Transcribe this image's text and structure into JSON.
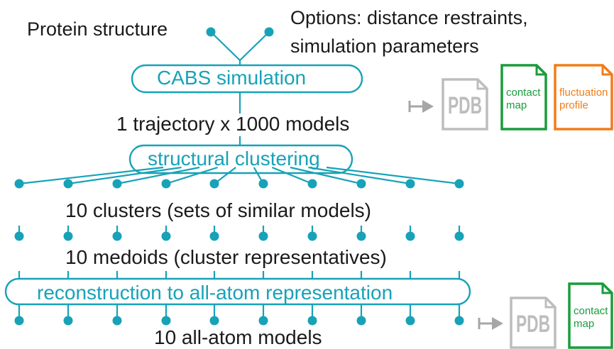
{
  "input": {
    "protein": "Protein structure",
    "options_line1": "Options: distance restraints,",
    "options_line2": "simulation parameters"
  },
  "steps": {
    "cabs": "CABS simulation",
    "trajectory": "1 trajectory x 1000 models",
    "clustering": "structural clustering",
    "clusters": "10 clusters (sets of similar models)",
    "medoids": "10 medoids (cluster representatives)",
    "reconstruction": "reconstruction to all-atom representation",
    "final": "10 all-atom models"
  },
  "outputs_top": [
    {
      "label": "PDB",
      "color": "#bdbdbd",
      "icon": "pdb-file-icon"
    },
    {
      "label_line1": "contact",
      "label_line2": "map",
      "color": "#1a9c3c",
      "icon": "contact-map-file-icon"
    },
    {
      "label_line1": "fluctuation",
      "label_line2": "profile",
      "color": "#f07d1a",
      "icon": "fluctuation-profile-file-icon"
    }
  ],
  "outputs_bottom": [
    {
      "label": "PDB",
      "color": "#bdbdbd",
      "icon": "pdb-file-icon"
    },
    {
      "label_line1": "contact",
      "label_line2": "map",
      "color": "#1a9c3c",
      "icon": "contact-map-file-icon"
    }
  ],
  "colors": {
    "accent": "#17a2b8",
    "text": "#1a1a1a",
    "arrow": "#a6a6a6"
  }
}
